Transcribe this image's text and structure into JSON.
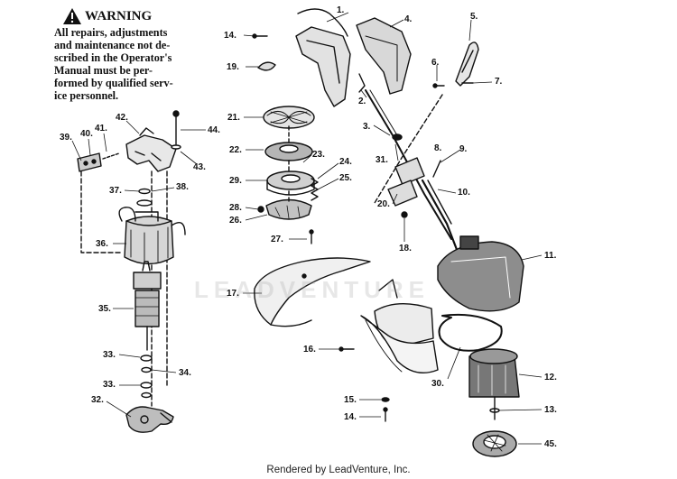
{
  "warning": {
    "title": "WARNING",
    "text": "All repairs, adjustments\nand maintenance not de-\nscribed in the Operator's\nManual must be per-\nformed by qualified serv-\nice personnel."
  },
  "callouts": [
    {
      "id": "c1",
      "label": "1."
    },
    {
      "id": "c2",
      "label": "2."
    },
    {
      "id": "c3",
      "label": "3."
    },
    {
      "id": "c4",
      "label": "4."
    },
    {
      "id": "c5",
      "label": "5."
    },
    {
      "id": "c6",
      "label": "6."
    },
    {
      "id": "c7",
      "label": "7."
    },
    {
      "id": "c8",
      "label": "8."
    },
    {
      "id": "c9",
      "label": "9."
    },
    {
      "id": "c10",
      "label": "10."
    },
    {
      "id": "c11",
      "label": "11."
    },
    {
      "id": "c12",
      "label": "12."
    },
    {
      "id": "c13",
      "label": "13."
    },
    {
      "id": "c14a",
      "label": "14."
    },
    {
      "id": "c14b",
      "label": "14."
    },
    {
      "id": "c15",
      "label": "15."
    },
    {
      "id": "c16",
      "label": "16."
    },
    {
      "id": "c17",
      "label": "17."
    },
    {
      "id": "c18",
      "label": "18."
    },
    {
      "id": "c19",
      "label": "19."
    },
    {
      "id": "c20",
      "label": "20."
    },
    {
      "id": "c21",
      "label": "21."
    },
    {
      "id": "c22",
      "label": "22."
    },
    {
      "id": "c23",
      "label": "23."
    },
    {
      "id": "c24",
      "label": "24."
    },
    {
      "id": "c25",
      "label": "25."
    },
    {
      "id": "c26",
      "label": "26."
    },
    {
      "id": "c27",
      "label": "27."
    },
    {
      "id": "c28",
      "label": "28."
    },
    {
      "id": "c29",
      "label": "29."
    },
    {
      "id": "c30",
      "label": "30."
    },
    {
      "id": "c31",
      "label": "31."
    },
    {
      "id": "c32",
      "label": "32."
    },
    {
      "id": "c33a",
      "label": "33."
    },
    {
      "id": "c33b",
      "label": "33."
    },
    {
      "id": "c34",
      "label": "34."
    },
    {
      "id": "c35",
      "label": "35."
    },
    {
      "id": "c36",
      "label": "36."
    },
    {
      "id": "c37",
      "label": "37."
    },
    {
      "id": "c38",
      "label": "38."
    },
    {
      "id": "c39",
      "label": "39."
    },
    {
      "id": "c40",
      "label": "40."
    },
    {
      "id": "c41",
      "label": "41."
    },
    {
      "id": "c42",
      "label": "42."
    },
    {
      "id": "c43",
      "label": "43."
    },
    {
      "id": "c44",
      "label": "44."
    },
    {
      "id": "c45",
      "label": "45."
    }
  ],
  "watermark": "LEADVENTURE",
  "footer": "Rendered by LeadVenture, Inc."
}
